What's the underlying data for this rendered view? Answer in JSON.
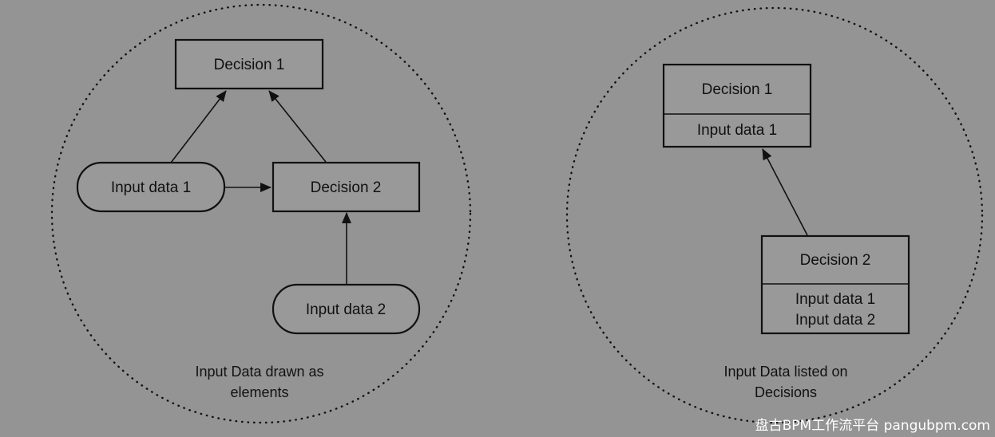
{
  "left_panel": {
    "decision_1": "Decision 1",
    "decision_2": "Decision 2",
    "input_data_1": "Input data 1",
    "input_data_2": "Input data 2",
    "caption_line_1": "Input Data drawn as",
    "caption_line_2": "elements"
  },
  "right_panel": {
    "decision_1_title": "Decision 1",
    "decision_1_inputs": [
      "Input data 1"
    ],
    "decision_2_title": "Decision 2",
    "decision_2_inputs": [
      "Input data 1",
      "Input data 2"
    ],
    "caption_line_1": "Input Data listed on",
    "caption_line_2": "Decisions"
  },
  "watermark": "盘古BPM工作流平台 pangubpm.com",
  "colors": {
    "background": "#949494",
    "box_fill": "#999999",
    "line": "#111111",
    "watermark": "#ffffff"
  }
}
